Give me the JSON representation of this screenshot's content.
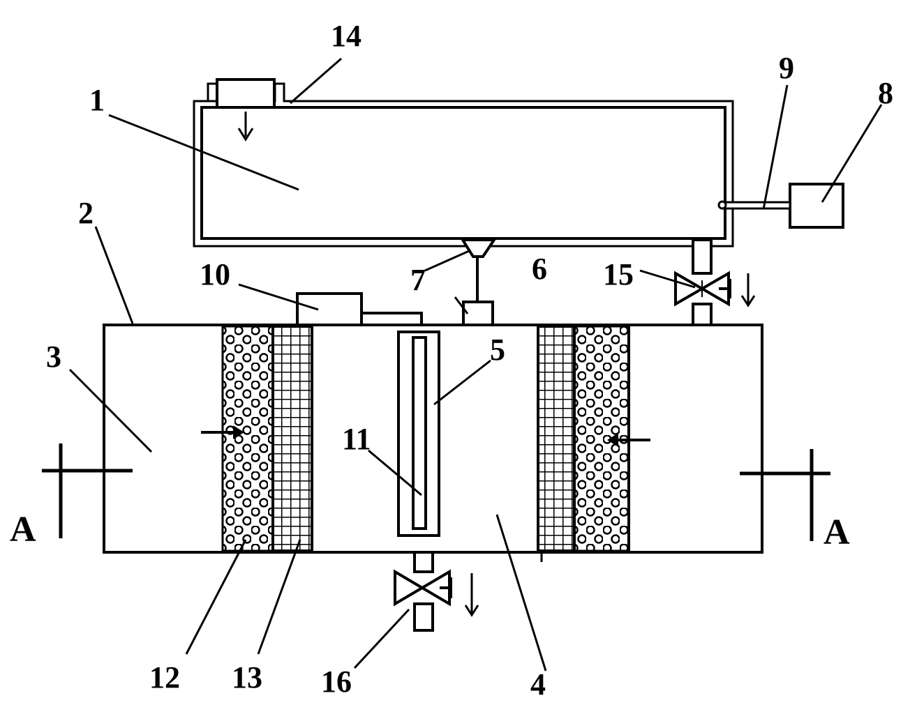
{
  "labels": {
    "n1": "1",
    "n2": "2",
    "n3": "3",
    "n4": "4",
    "n5": "5",
    "n6": "6",
    "n7": "7",
    "n8": "8",
    "n9": "9",
    "n10": "10",
    "n11": "11",
    "n12": "12",
    "n13": "13",
    "n14": "14",
    "n15": "15",
    "n16": "16",
    "section_left": "A",
    "section_right": "A"
  },
  "colors": {
    "line": "#000000",
    "background": "#ffffff"
  }
}
